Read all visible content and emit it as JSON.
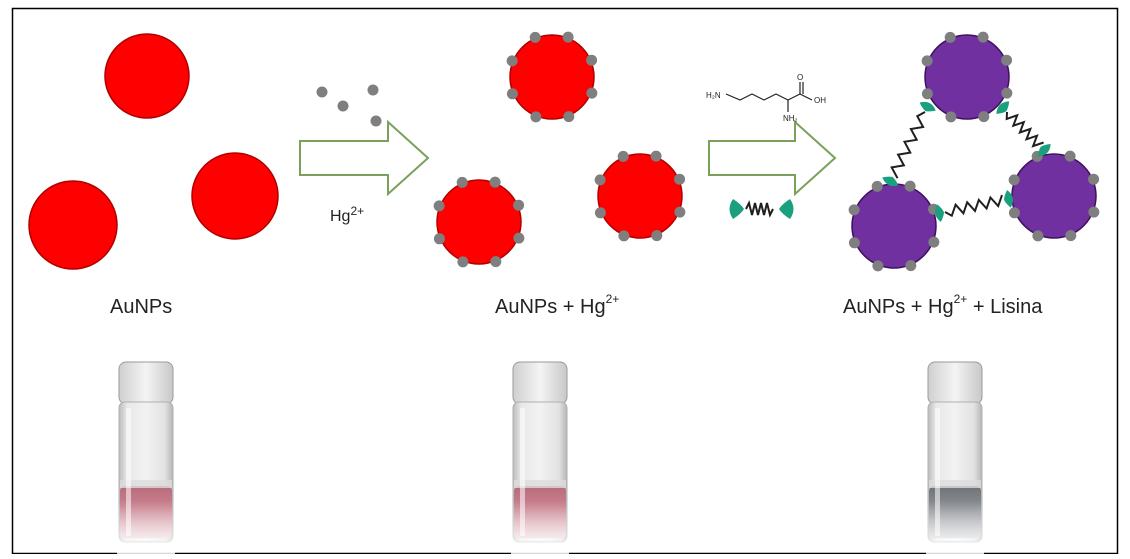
{
  "labels": {
    "aunps": "AuNPs",
    "hg_arrow": "Hg",
    "hg_arrow_charge": "2+",
    "aunps_hg_prefix": "AuNPs + Hg",
    "aunps_hg_charge": "2+",
    "aunps_hg_lys_prefix": "AuNPs + Hg",
    "aunps_hg_lys_charge": "2+",
    "aunps_hg_lys_suffix": " + Lisina"
  },
  "molecule": {
    "amine_left": "H₂N",
    "carbonyl_o": "O",
    "hydroxyl": "OH",
    "amine_alpha": "NH₂"
  },
  "colors": {
    "gold_nanoparticle": "#ff0000",
    "aggregated_nanoparticle": "#7030a0",
    "mercury_ion": "#7f7f7f",
    "arrow_fill": "#ffffff",
    "arrow_stroke": "#7aa05a",
    "lysine_crescent": "#1aa07e",
    "vial_liquid_red": "#c9808e",
    "vial_liquid_gray": "#8a8d92"
  }
}
